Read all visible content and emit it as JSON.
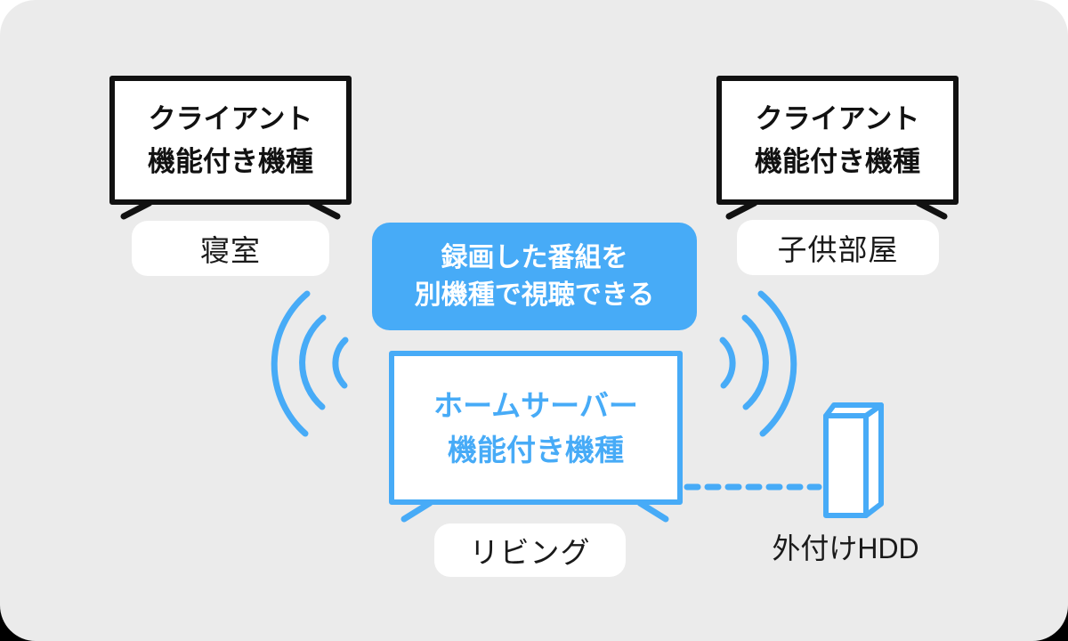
{
  "colors": {
    "background": "#ebebeb",
    "accent_blue": "#47abf7",
    "ink": "#111111"
  },
  "clients": {
    "left": {
      "title_line1": "クライアント",
      "title_line2": "機能付き機種",
      "room": "寝室"
    },
    "right": {
      "title_line1": "クライアント",
      "title_line2": "機能付き機種",
      "room": "子供部屋"
    }
  },
  "server": {
    "title_line1": "ホームサーバー",
    "title_line2": "機能付き機種",
    "room": "リビング"
  },
  "callout": {
    "line1": "録画した番組を",
    "line2": "別機種で視聴できる"
  },
  "hdd": {
    "label": "外付けHDD"
  }
}
